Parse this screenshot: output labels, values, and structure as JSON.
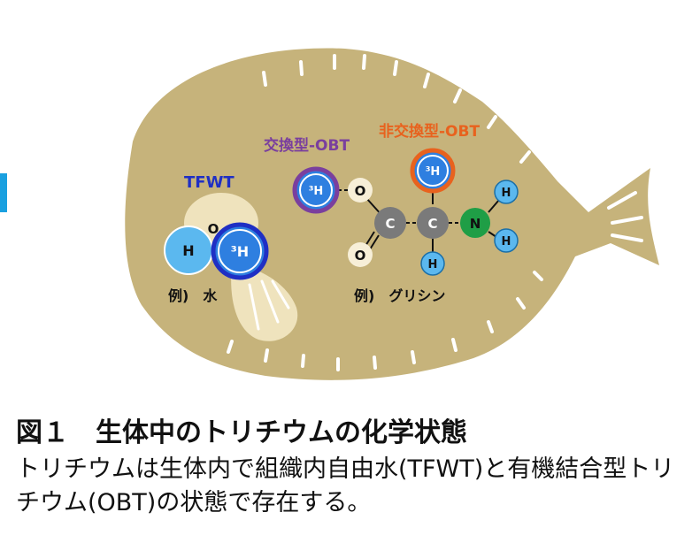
{
  "diagram": {
    "tfwt_label": "TFWT",
    "exchange_obt_label": "交換型-OBT",
    "nonexchange_obt_label": "非交換型-OBT",
    "water_example_label": "例)　水",
    "glycine_example_label": "例)　グリシン",
    "atoms": {
      "water_h": "H",
      "water_o": "O",
      "water_tritium": "³H",
      "exch_tritium": "³H",
      "exch_o": "O",
      "carbonyl_o": "O",
      "c1": "C",
      "c2": "C",
      "nonexch_tritium": "³H",
      "n": "N",
      "nh_top": "H",
      "nh_bottom": "H",
      "c2_h_bottom": "H"
    },
    "colors": {
      "fish_body": "#c6b37b",
      "tfwt_label": "#1f2fc4",
      "exchange_label": "#7a3f9e",
      "nonexchange_label": "#e8621e",
      "hydrogen": "#5bb8ef",
      "tritium": "#2e7fe0",
      "oxygen": "#f7efd8",
      "carbon": "#7a7a7a",
      "nitrogen": "#1f9e46",
      "accent_bar": "#1aa0e0"
    }
  },
  "caption": {
    "title": "図１　生体中のトリチウムの化学状態",
    "body": "トリチウムは生体内で組織内自由水(TFWT)と有機結合型トリチウム(OBT)の状態で存在する。"
  }
}
